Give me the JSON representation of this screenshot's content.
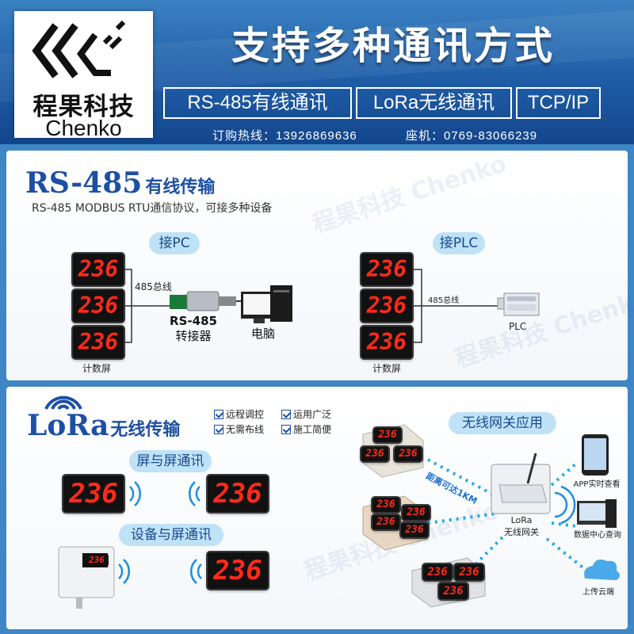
{
  "header": {
    "brand_cn": "程果科技",
    "brand_en": "Chenko",
    "title": "支持多种通讯方式",
    "tags": [
      "RS-485有线通讯",
      "LoRa无线通讯",
      "TCP/IP"
    ],
    "hotline": "订购热线：13926869636",
    "landline": "座机：0769-83066239"
  },
  "rs485": {
    "title_en": "RS-485",
    "title_cn": "有线传输",
    "subtitle": "RS-485 MODBUS RTU通信协议，可接多种设备",
    "pc_label": "接PC",
    "plc_label": "接PLC",
    "display_value": "236",
    "bus_label": "485总线",
    "converter_label_1": "RS-485",
    "converter_label_2": "转接器",
    "pc_name": "电脑",
    "plc_name": "PLC",
    "screen_label": "计数屏"
  },
  "lora": {
    "title_en": "LoRa",
    "title_cn": "无线传输",
    "features": [
      "远程调控",
      "运用广泛",
      "无需布线",
      "施工简便"
    ],
    "screen_to_screen": "屏与屏通讯",
    "device_to_screen": "设备与屏通讯",
    "gateway_app": "无线网关应用",
    "distance": "距离可达1KM",
    "gateway_name_1": "LoRa",
    "gateway_name_2": "无线网关",
    "app_label": "APP实时查看",
    "datacenter_label": "数据中心查询",
    "cloud_label": "上传云端",
    "display_value": "236"
  },
  "watermark": {
    "cn": "程果科技",
    "en": "Chenko"
  },
  "colors": {
    "accent": "#1d4fa3",
    "led": "#ff2a1a",
    "header": "#1f5da7"
  }
}
